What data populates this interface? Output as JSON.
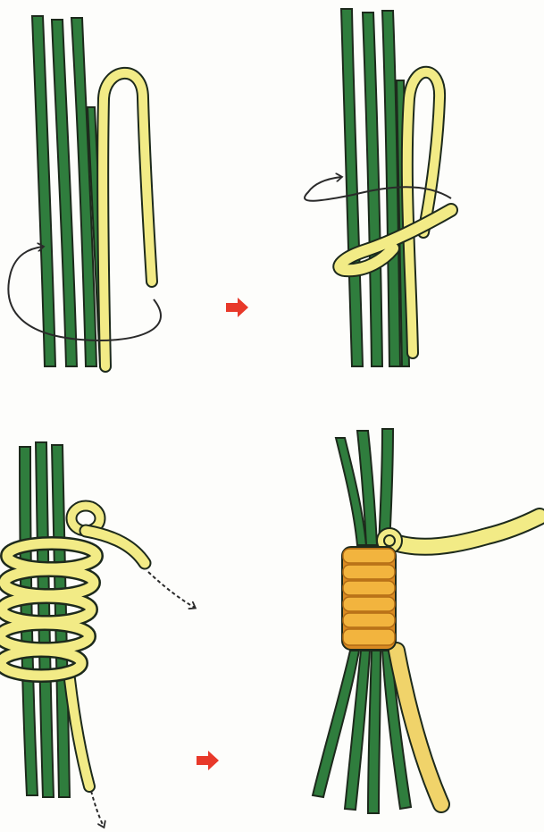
{
  "illustration": {
    "kind": "whipping-binding-steps",
    "step_count": 4,
    "colors": {
      "paper": "#fdfdfb",
      "outline": "#1d2a1c",
      "stem_green": "#2f7d3d",
      "stem_green_light": "#57a04f",
      "cord_yellow": "#f2eb86",
      "cord_yellow_dark": "#e2cf55",
      "wrap_orange": "#f2b43e",
      "wrap_orange_dark": "#d98a22",
      "step_arrow_red": "#e8392a",
      "direction_arrow": "#2a2a2a"
    },
    "steps": [
      {
        "index": 1,
        "description_icon": "loop-and-stems-icon"
      },
      {
        "index": 2,
        "description_icon": "first-wrap-icon"
      },
      {
        "index": 3,
        "description_icon": "many-wraps-icon"
      },
      {
        "index": 4,
        "description_icon": "tightened-binding-icon"
      }
    ]
  }
}
